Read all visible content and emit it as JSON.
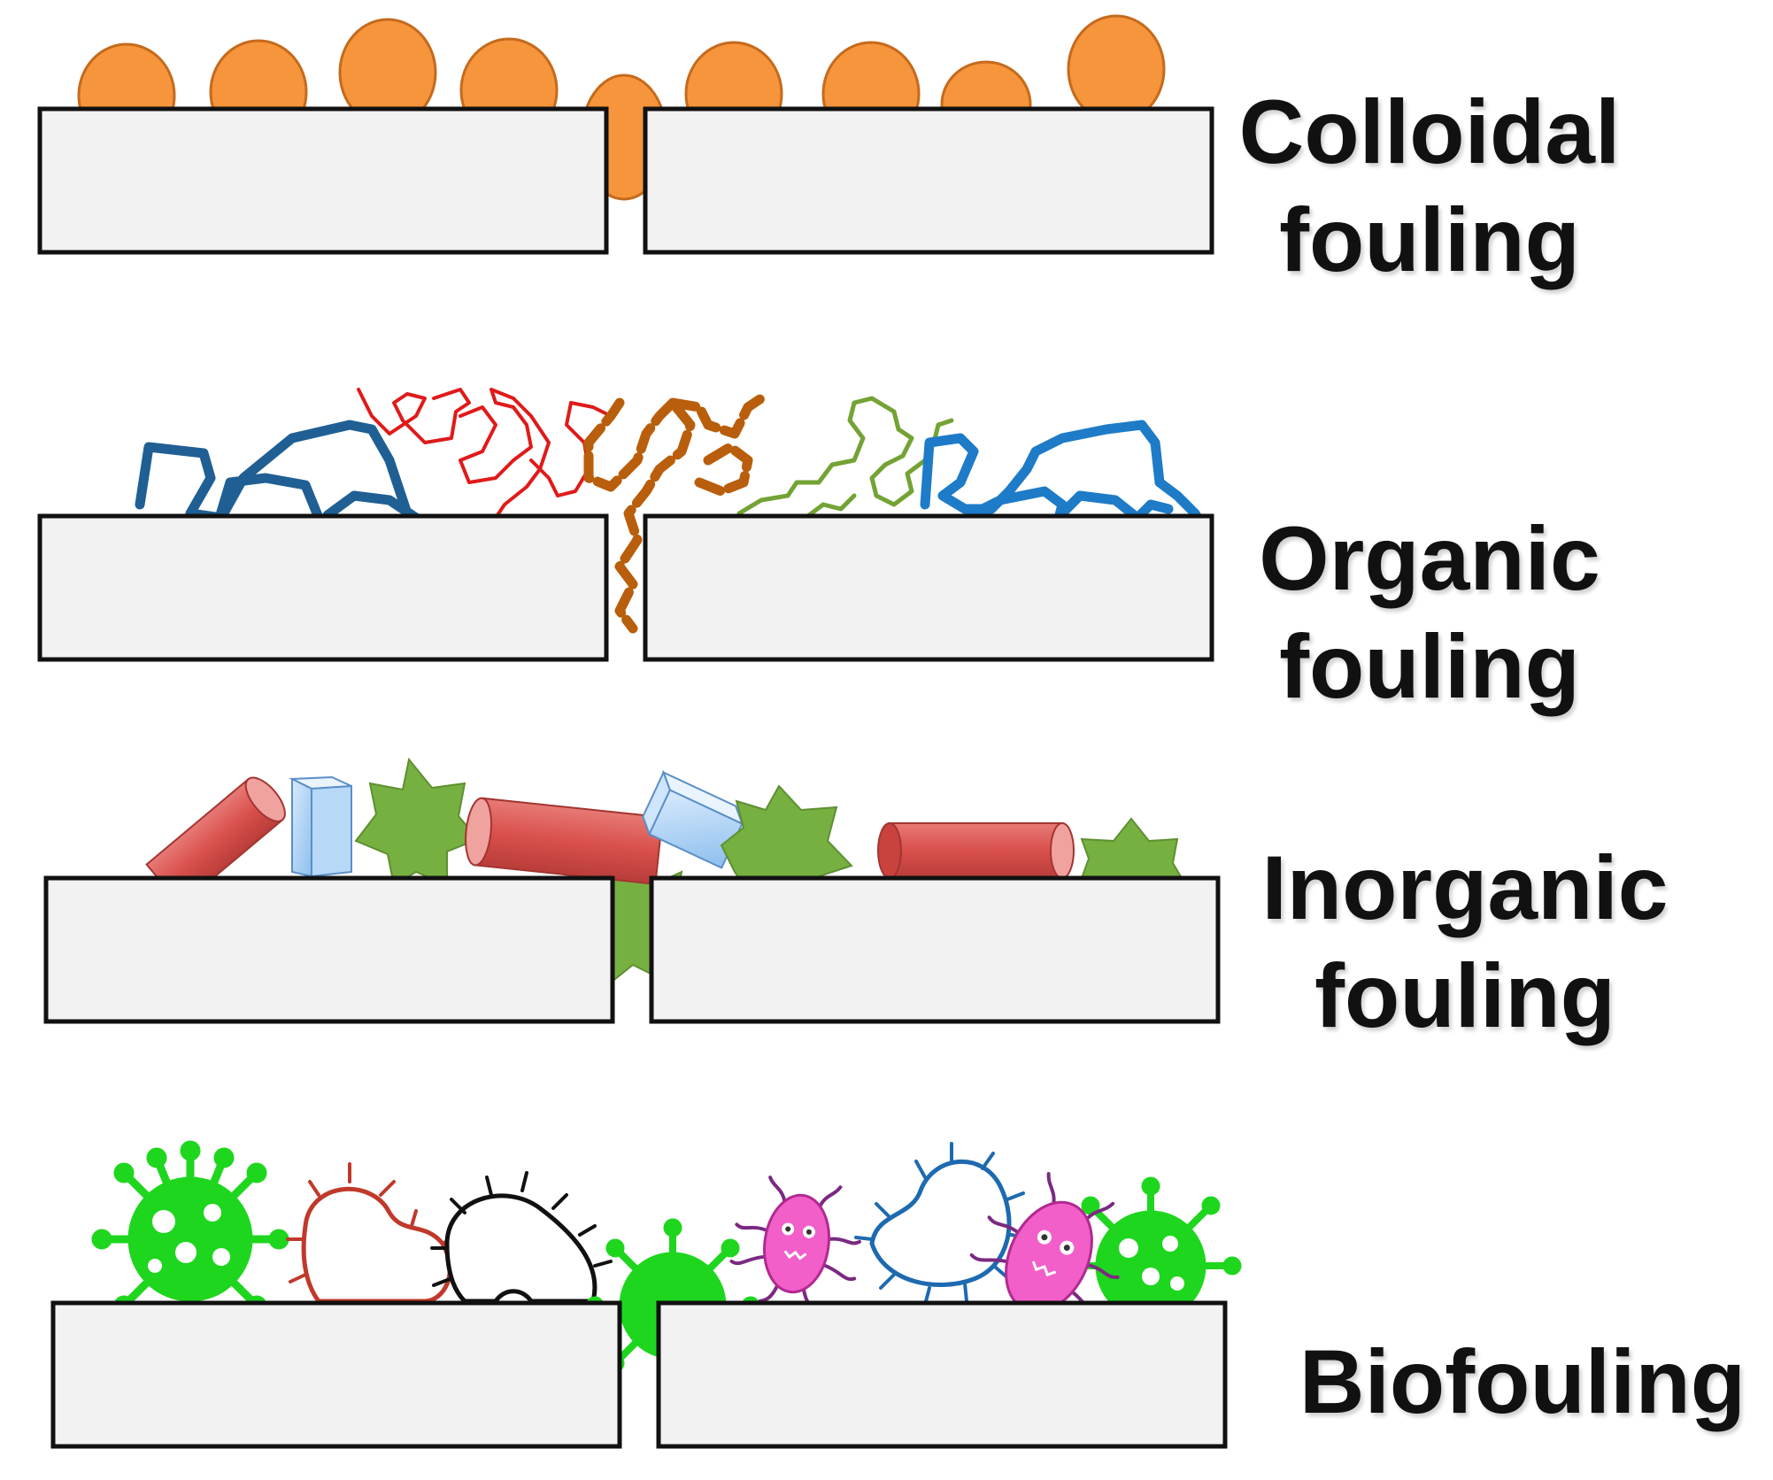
{
  "rows": [
    {
      "id": "colloidal",
      "line1": "Colloidal",
      "line2": "fouling"
    },
    {
      "id": "organic",
      "line1": "Organic",
      "line2": "fouling"
    },
    {
      "id": "inorganic",
      "line1": "Inorganic",
      "line2": "fouling"
    },
    {
      "id": "bio",
      "line1": "Biofouling"
    }
  ],
  "colors": {
    "membrane_fill": "#f2f2f2",
    "membrane_stroke": "#111111",
    "colloid": "#f7953c",
    "organic_blue": "#1f5f94",
    "organic_blue_light": "#1e7bc7",
    "organic_red": "#e01a1a",
    "organic_brown": "#b85e0c",
    "organic_green": "#73a334",
    "cylinder_red": "#d9504c",
    "crystal_blue": "#a9d0f5",
    "star_green": "#76b041",
    "virus_green": "#1ed61e",
    "bacteria_red": "#c0392b",
    "bacteria_black": "#111111",
    "bacteria_blue": "#1e6ab0",
    "microbe_pink": "#f25fc9"
  },
  "icons": [
    "colloid-particle-icon",
    "polymer-chain-icon",
    "cylinder-crystal-icon",
    "cube-crystal-icon",
    "star-crystal-icon",
    "virus-icon",
    "bacterium-icon",
    "microbe-icon"
  ]
}
